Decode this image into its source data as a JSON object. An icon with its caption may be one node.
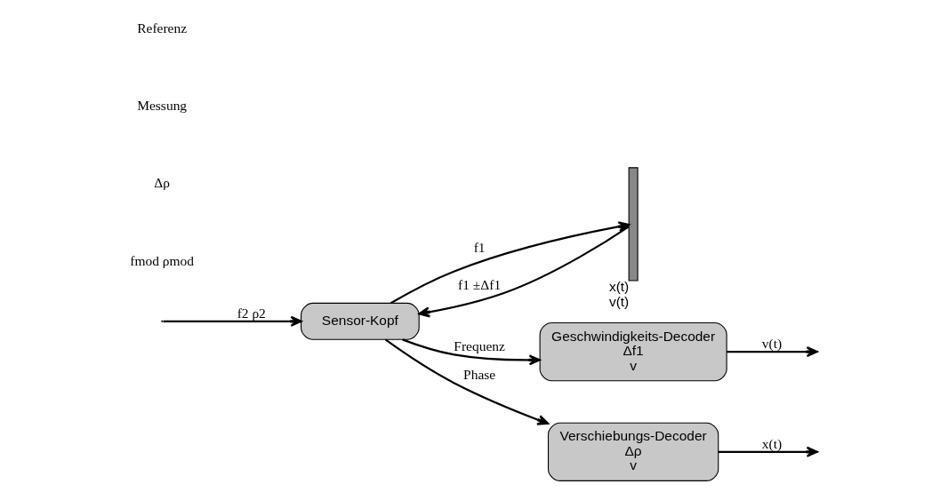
{
  "diagram": {
    "nodes": [
      {
        "text": [
          "Sensor-Kopf"
        ]
      },
      {
        "text": [],
        "shape": "bar",
        "beside": [
          "x(t)",
          "v(t)"
        ]
      },
      {
        "text": [
          "Geschwindigkeits-Decoder",
          "Δf1",
          "v"
        ]
      },
      {
        "text": [
          "Verschiebungs-Decoder",
          "Δρ",
          "v"
        ]
      }
    ],
    "edges": [
      {
        "from": 0,
        "to": 1,
        "arrow": "to",
        "label": "f1"
      },
      {
        "from": 1,
        "to": 0,
        "arrow": "to",
        "label": "f1 ±Δf1"
      },
      {
        "from": null,
        "to": 0,
        "arrow": "to",
        "label": "f2 ρ2"
      },
      {
        "from": 0,
        "to": 2,
        "arrow": "to",
        "label": "Frequenz"
      },
      {
        "from": 0,
        "to": 3,
        "arrow": "to",
        "label": "Phase"
      },
      {
        "from": 2,
        "to": null,
        "arrow": "to",
        "label": "v(t)"
      },
      {
        "from": 3,
        "to": null,
        "arrow": "to",
        "label": "x(t)"
      }
    ],
    "labels": [
      "fmod ρmod",
      "Δρ",
      "Messung",
      "Referenz"
    ]
  }
}
